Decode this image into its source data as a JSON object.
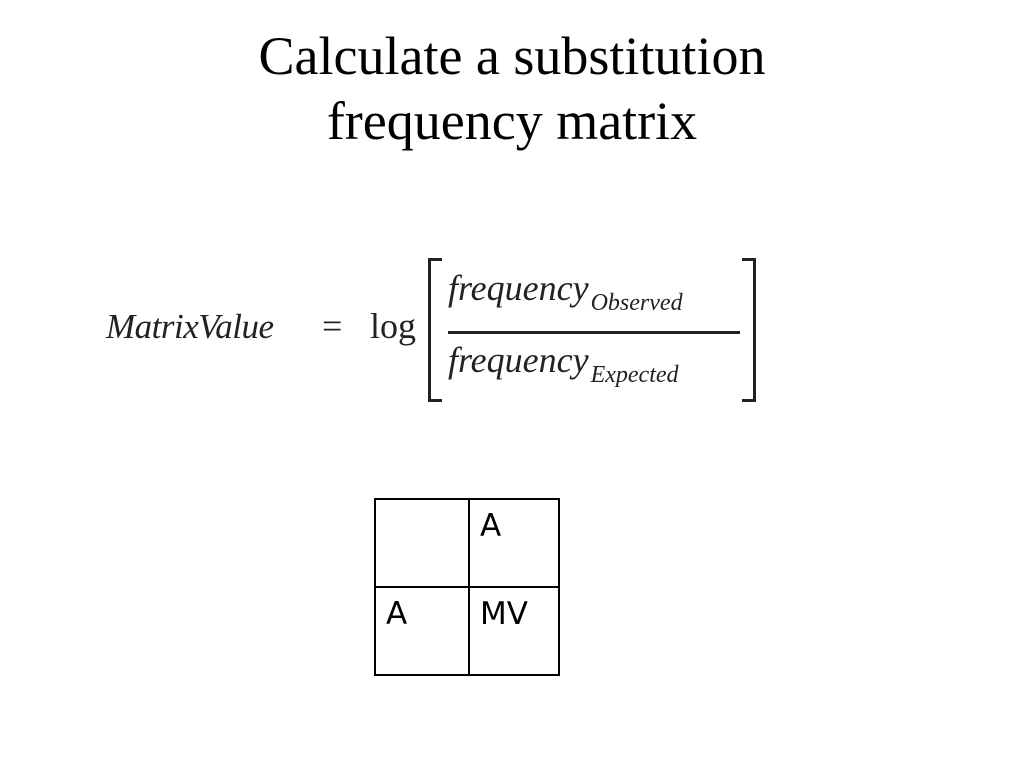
{
  "title": {
    "line1": "Calculate a substitution",
    "line2": "frequency matrix"
  },
  "formula": {
    "lhs": "MatrixValue",
    "equals": "=",
    "function": "log",
    "numerator_word": "frequency",
    "numerator_sub": "Observed",
    "denominator_word": "frequency",
    "denominator_sub": "Expected"
  },
  "matrix": {
    "header": [
      "",
      "A"
    ],
    "rows": [
      [
        "A",
        "MV"
      ]
    ]
  }
}
